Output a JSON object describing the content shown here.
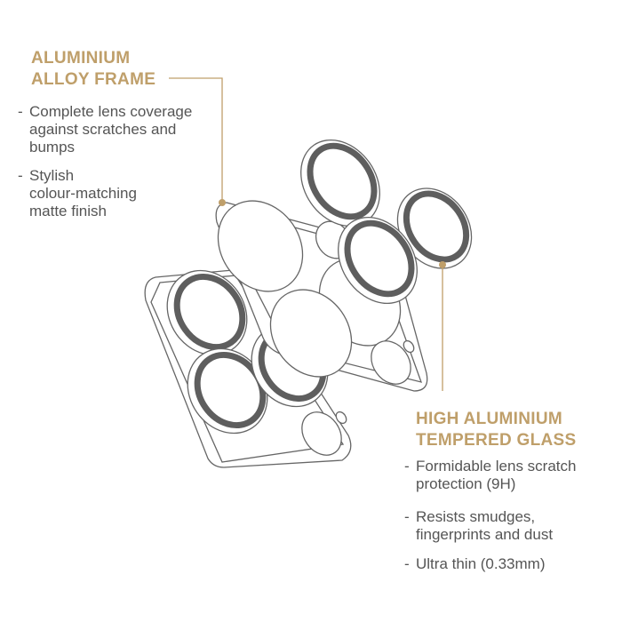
{
  "colors": {
    "accent": "#bf9f6a",
    "text": "#555555",
    "line": "#666666",
    "ring": "#5e5e5e"
  },
  "frame": {
    "title_line1": "ALUMINIUM",
    "title_line2": "ALLOY FRAME",
    "bullets": [
      {
        "lines": [
          "Complete lens coverage",
          "against scratches and",
          "bumps"
        ]
      },
      {
        "lines": [
          "Stylish",
          "colour-matching",
          "matte finish"
        ]
      }
    ]
  },
  "glass": {
    "title_line1": "HIGH ALUMINIUM",
    "title_line2": "TEMPERED GLASS",
    "bullets": [
      {
        "lines": [
          "Formidable lens scratch",
          "protection (9H)"
        ]
      },
      {
        "lines": [
          "Resists smudges,",
          "fingerprints and dust"
        ]
      },
      {
        "lines": [
          "Ultra thin (0.33mm)"
        ]
      }
    ]
  },
  "dash": "-"
}
